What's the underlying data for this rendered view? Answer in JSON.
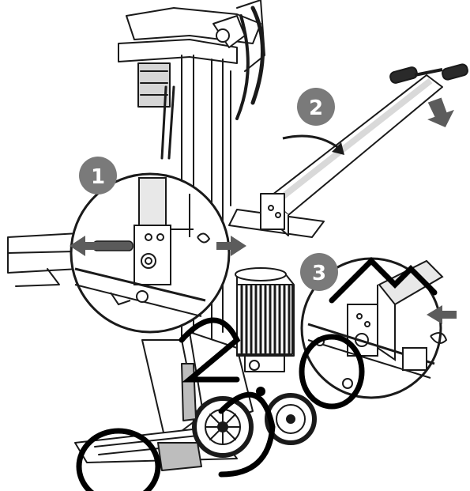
{
  "steps": [
    {
      "number": "1"
    },
    {
      "number": "2"
    },
    {
      "number": "3"
    }
  ],
  "colors": {
    "line": "#1a1a1a",
    "badge": "#7a7a7a",
    "arrow": "#5c5c5c",
    "panel": "#e8e8e8",
    "watermark": "#000000"
  },
  "watermark": {
    "text": "go2.com"
  }
}
